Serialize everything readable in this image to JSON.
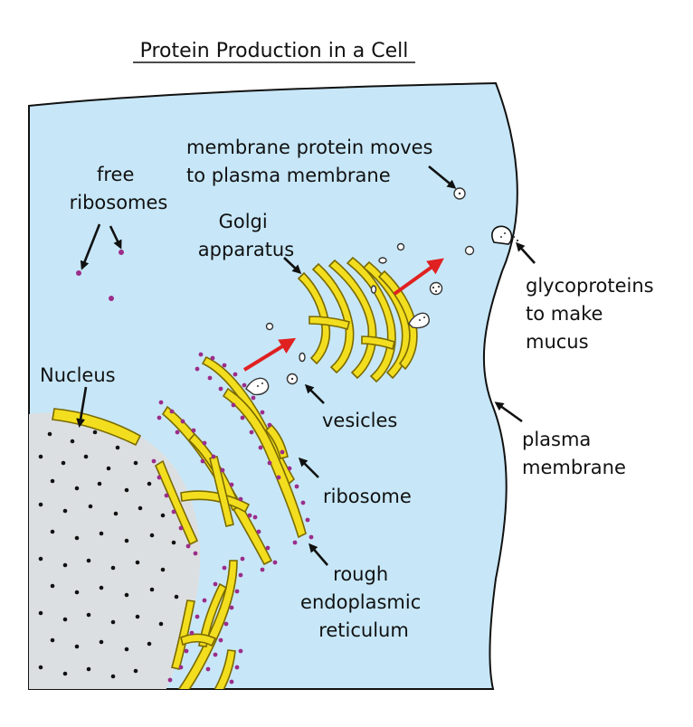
{
  "title": "Protein Production in a Cell",
  "labels": {
    "free_ribosomes": [
      "free",
      "ribosomes"
    ],
    "golgi": [
      "Golgi",
      "apparatus"
    ],
    "membrane_protein": [
      "membrane protein moves",
      "to plasma membrane"
    ],
    "glycoproteins": [
      "glycoproteins",
      "to make",
      "mucus"
    ],
    "nucleus": "Nucleus",
    "vesicles": "vesicles",
    "plasma_membrane": [
      "plasma",
      "membrane"
    ],
    "ribosome": "ribosome",
    "rough_er": [
      "rough",
      "endoplasmic",
      "reticulum"
    ]
  },
  "colors": {
    "cytoplasm": "#c7e7f8",
    "nucleus": "#dcdfe1",
    "organelle": "#f2de1e",
    "ribosome_dot": "#9b2d8a",
    "flow_arrow": "#e02121"
  }
}
